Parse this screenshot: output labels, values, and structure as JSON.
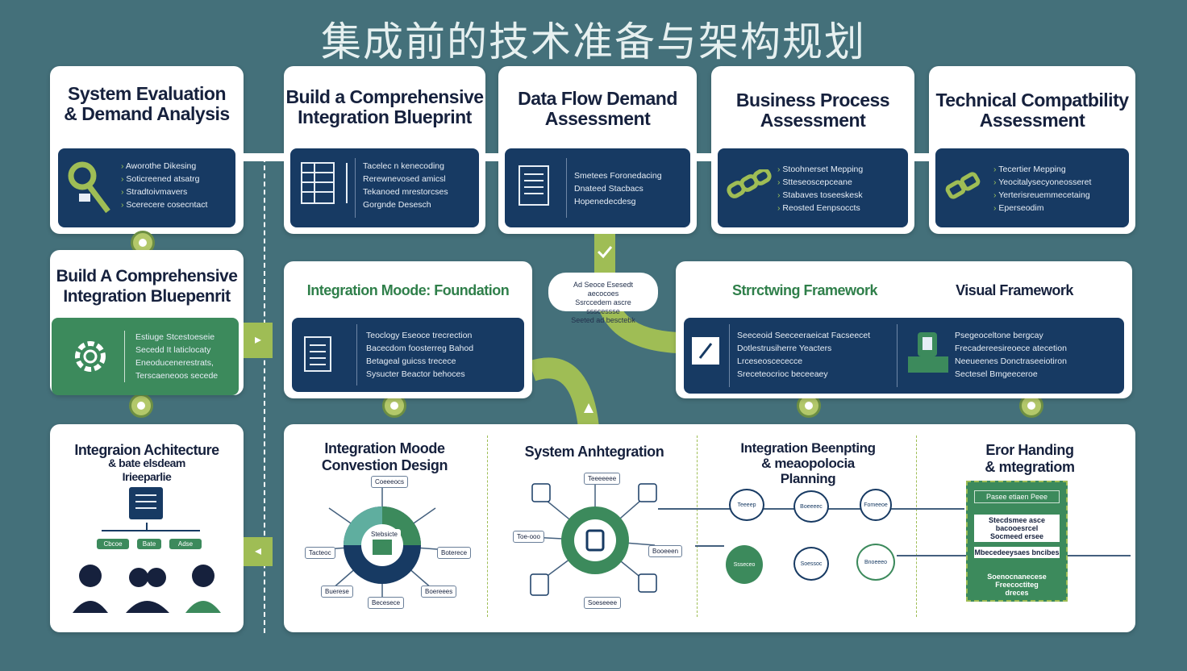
{
  "title": "集成前的技术准备与架构规划",
  "row1": [
    {
      "title": "System Evaluation\n& Demand Analysis",
      "bullets": [
        "Aworothe Dikesing",
        "Soticreened atsatrg",
        "Stradtoivmavers",
        "Scerecere cosecntact"
      ]
    },
    {
      "title": "Build a Comprehensive\nIntegration Blueprint",
      "bullets": [
        "Tacelec n kenecoding",
        "Rerewnevosed amicsl",
        "Tekanoed mrestorcses",
        "Gorgnde Desesch"
      ]
    },
    {
      "title": "Data Flow Demand\nAssessment",
      "bullets": [
        "Smetees Foronedacing",
        "Dnateed Stacbacs",
        "Hopenedecdesg"
      ]
    },
    {
      "title": "Business Process\nAssessment",
      "bullets": [
        "Stoohnerset Mepping",
        "Stteseoscepceane",
        "Stabaves toseeskesk",
        "Reosted Eenpsoccts"
      ]
    },
    {
      "title": "Technical Compatbility\nAssessment",
      "bullets": [
        "Tecertier Mepping",
        "Yeocitalysecyoneosseret",
        "Yerterisreuemmecetaing",
        "Eperseodim"
      ]
    }
  ],
  "row2": {
    "left": {
      "title": "Build A Comprehensive\nIntegration Bluepenrit",
      "bullets": [
        "Estiuge Stcestoeseie",
        "Secedd It laticlocaty",
        "Eneoducenerestrats,",
        "Terscaeneoos secede"
      ]
    },
    "middle": {
      "title": "Integration Moode: Foundation",
      "bullets": [
        "Teoclogy Eseoce trecrection",
        "Bacecdom foosterreg Bahod",
        "Betageal guicss trecece",
        "Sysucter Beactor behoces"
      ]
    },
    "speech": [
      "Ad Seoce Esesedt aecocoes",
      "Ssrccedem ascre ssscessse",
      "Seeted ad besctebk"
    ],
    "right": {
      "title_left": "Strrctwing Framework",
      "title_right": "Visual Framework",
      "bullets_a": [
        "Seeceoid Seeceeraeicat Facseecet",
        "Dotlestrusiherre Yeacters",
        "Lrceseoscececce",
        "Sreceteocrioc beceeaey"
      ],
      "bullets_b": [
        "Psegeoceltone bergcay",
        "Frecadereesireoece atecetion",
        "Neeueenes Donctraseeiotiron",
        "Sectesel Bmgeeceroe"
      ]
    }
  },
  "row3": {
    "left": {
      "title": "Integraion Achitecture",
      "subtitle": "& bate elsdeam\nIrieeparlie",
      "chips": [
        "Cbcoe",
        "Bate",
        "Adse"
      ]
    },
    "col1": {
      "title": "Integration Moode\nConvestion Design",
      "hub": "Stebsicte",
      "labels": [
        "Coeeeocs",
        "Tacteoc",
        "Boterece",
        "Buerese",
        "Boereees",
        "Becesece"
      ]
    },
    "col2": {
      "title": "System Anhtegration",
      "labels": [
        "Teeeeeee",
        "Toe-ooo",
        "Booeeen",
        "Soeseeee"
      ]
    },
    "col3": {
      "title": "Integration Beenpting\n& meaopolocia\nPlanning",
      "circles": [
        "Teeeep",
        "Boeeeec",
        "Fomeeoe",
        "Ssseceo",
        "Soessoc",
        "Bnoeeeo"
      ]
    },
    "col4": {
      "title": "Eror Handing\n& mtegratiom",
      "lines": [
        "Pasee etiaen Peee",
        "Stecdsmee asce bacooesrcel\nSocmeed ersee",
        "Mbecedeeysaes bncibes",
        "Soenocnanecese Freecoctiteg\ndreces"
      ]
    }
  },
  "colors": {
    "background": "#44707a",
    "navy": "#173a63",
    "green": "#3c8a5c",
    "lime": "#9fbd55"
  }
}
